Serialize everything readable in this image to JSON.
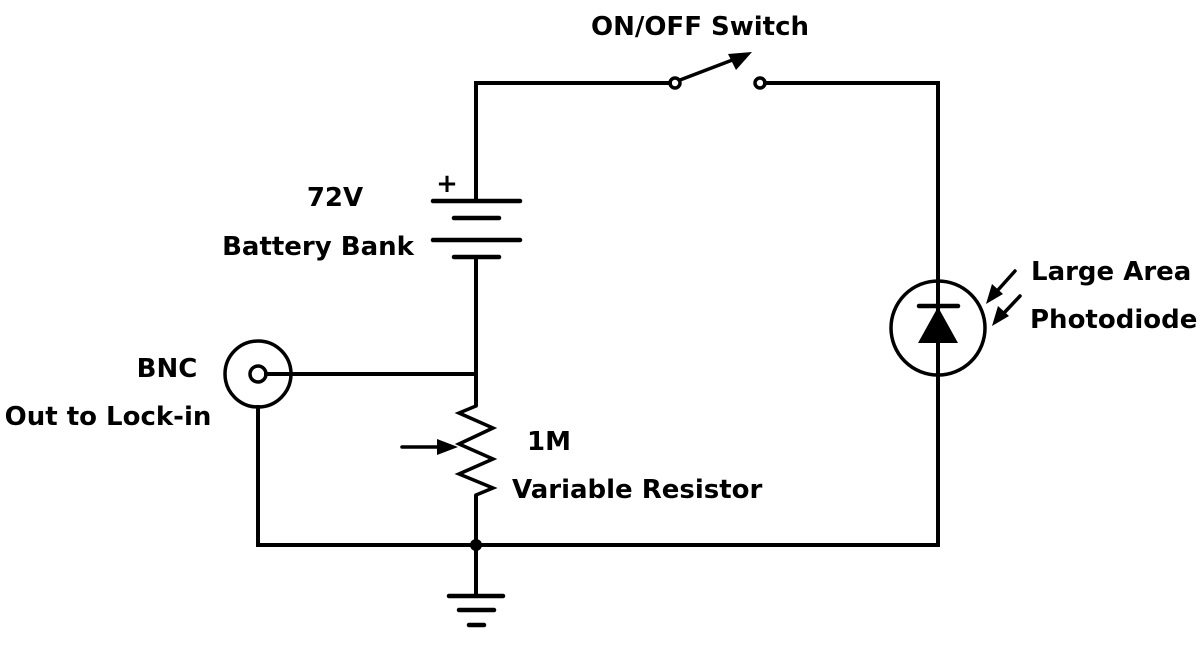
{
  "diagram": {
    "type": "circuit-schematic",
    "stroke_color": "#000000",
    "background": "#ffffff",
    "components": {
      "switch": {
        "label": "ON/OFF Switch",
        "state": "open"
      },
      "battery": {
        "voltage_label": "72V",
        "name_label": "Battery Bank",
        "polarity_mark": "+"
      },
      "bnc": {
        "name_label": "BNC",
        "desc_label": "Out to Lock-in"
      },
      "resistor": {
        "value_label": "1M",
        "name_label": "Variable Resistor"
      },
      "photodiode": {
        "line1": "Large Area",
        "line2": "Photodiode"
      },
      "ground": {
        "symbol": "ground"
      }
    },
    "connections": [
      "battery(+) -> switch",
      "switch -> photodiode",
      "photodiode -> ground node",
      "battery(-) -> BNC center / resistor top",
      "resistor bottom -> ground node",
      "BNC shield -> ground node"
    ]
  }
}
